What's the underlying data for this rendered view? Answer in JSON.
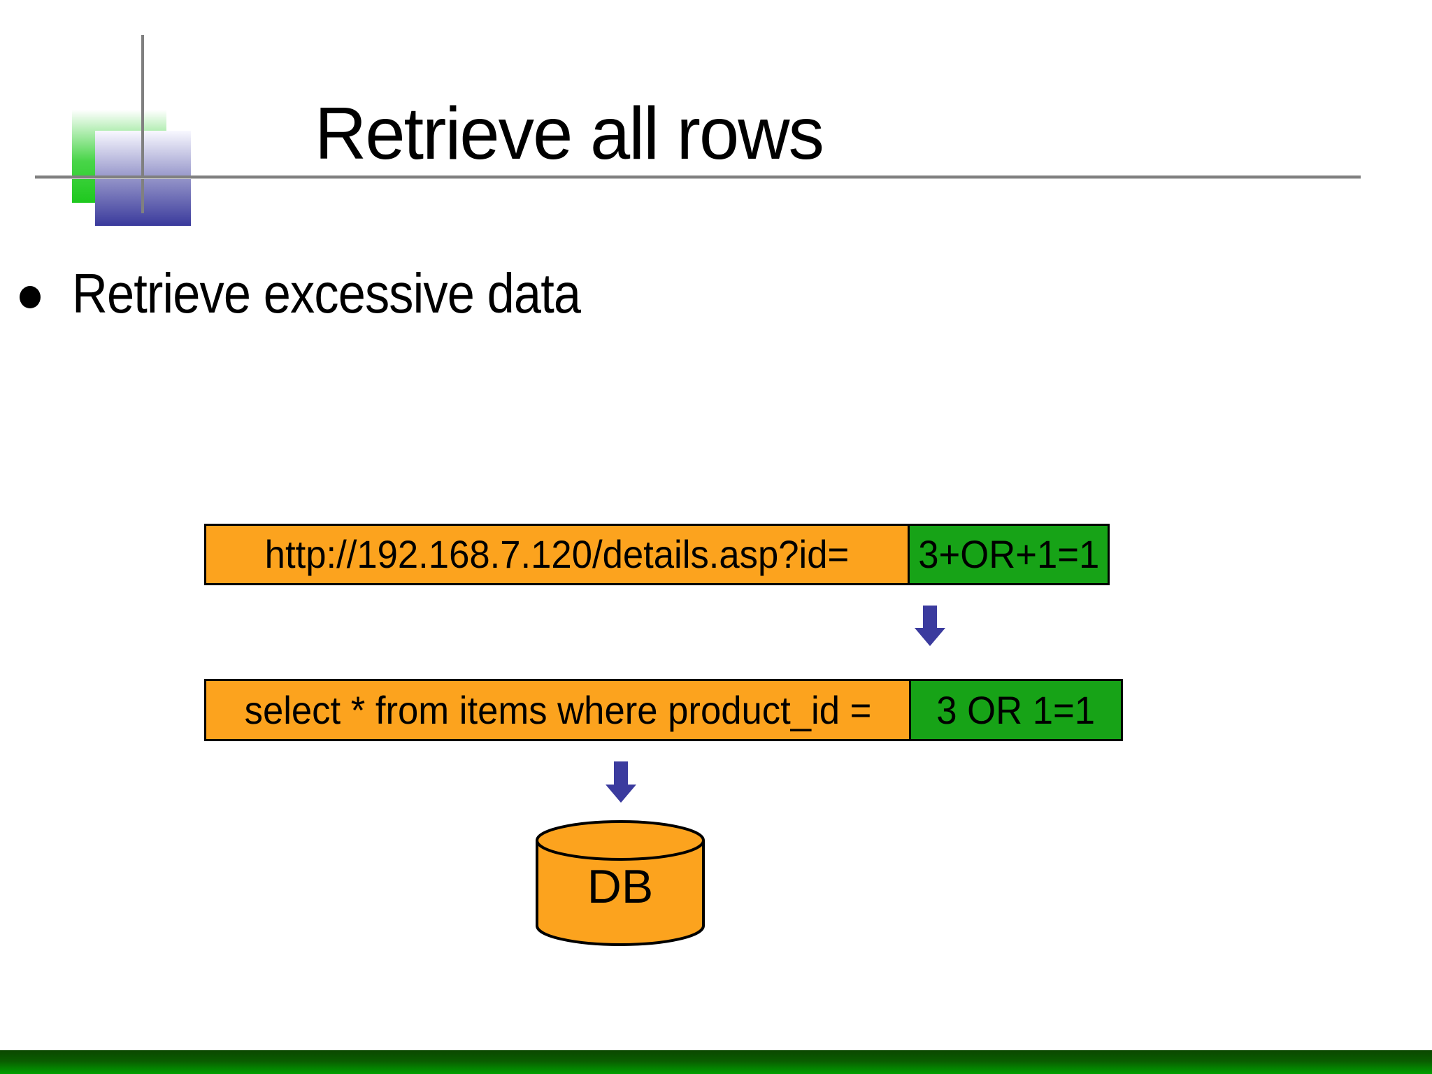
{
  "slide": {
    "title": "Retrieve all rows",
    "bullet": "Retrieve excessive data"
  },
  "diagram": {
    "url_row": {
      "orange_text": "http://192.168.7.120/details.asp?id=",
      "green_text": "3+OR+1=1"
    },
    "sql_row": {
      "orange_text": "select * from items where product_id =",
      "green_text": "3 OR 1=1"
    },
    "db_label": "DB"
  },
  "colors": {
    "orange": "#fca31e",
    "green": "#17a317",
    "arrow_blue": "#3b3b9e",
    "line_gray": "#808080",
    "deco_blue": "#3a3a9c",
    "footer_dark": "#0b4700",
    "footer_green": "#00a000"
  }
}
